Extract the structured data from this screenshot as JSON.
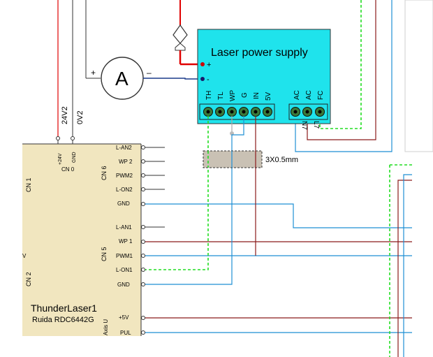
{
  "supply": {
    "title": "Laser power supply",
    "plus": "+",
    "minus": "-",
    "pins": [
      "TH",
      "TL",
      "WP",
      "G",
      "IN",
      "5V"
    ],
    "ac_pins": [
      "AC",
      "AC",
      "FC"
    ]
  },
  "ammeter": {
    "symbol": "A",
    "plus": "+",
    "minus": "–"
  },
  "wires": {
    "v24": "24V2",
    "v0": "0V2",
    "n7": "N7",
    "l7": "L7"
  },
  "cable_spec": "3X0.5mm",
  "controller": {
    "name": "ThunderLaser1",
    "model": "Ruida RDC6442G",
    "cn0_top_pins": [
      "+24V",
      "GND"
    ],
    "cn0": "CN 0",
    "cn1": "CN 1",
    "cn2": "CN 2",
    "cn5": "CN 5",
    "cn6": "CN 6",
    "axis_u": "Axis U",
    "partial": "V",
    "cn6_pins": [
      "L-AN2",
      "WP 2",
      "PWM2",
      "L-ON2",
      "GND"
    ],
    "cn5_pins": [
      "L-AN1",
      "WP 1",
      "PWM1",
      "L-ON1",
      "GND"
    ],
    "axis_pins": [
      "+5V",
      "PUL"
    ]
  },
  "colors": {
    "supply_fill": "#1fe3ec",
    "board_fill": "#f1e6bf",
    "wire_red": "#e00000",
    "wire_darkred": "#8b1a1a",
    "wire_blue": "#1e8fd4",
    "wire_green_dash": "#22dd22",
    "wire_navy": "#1a3a8a",
    "terminal_green": "#3a7a3a"
  }
}
